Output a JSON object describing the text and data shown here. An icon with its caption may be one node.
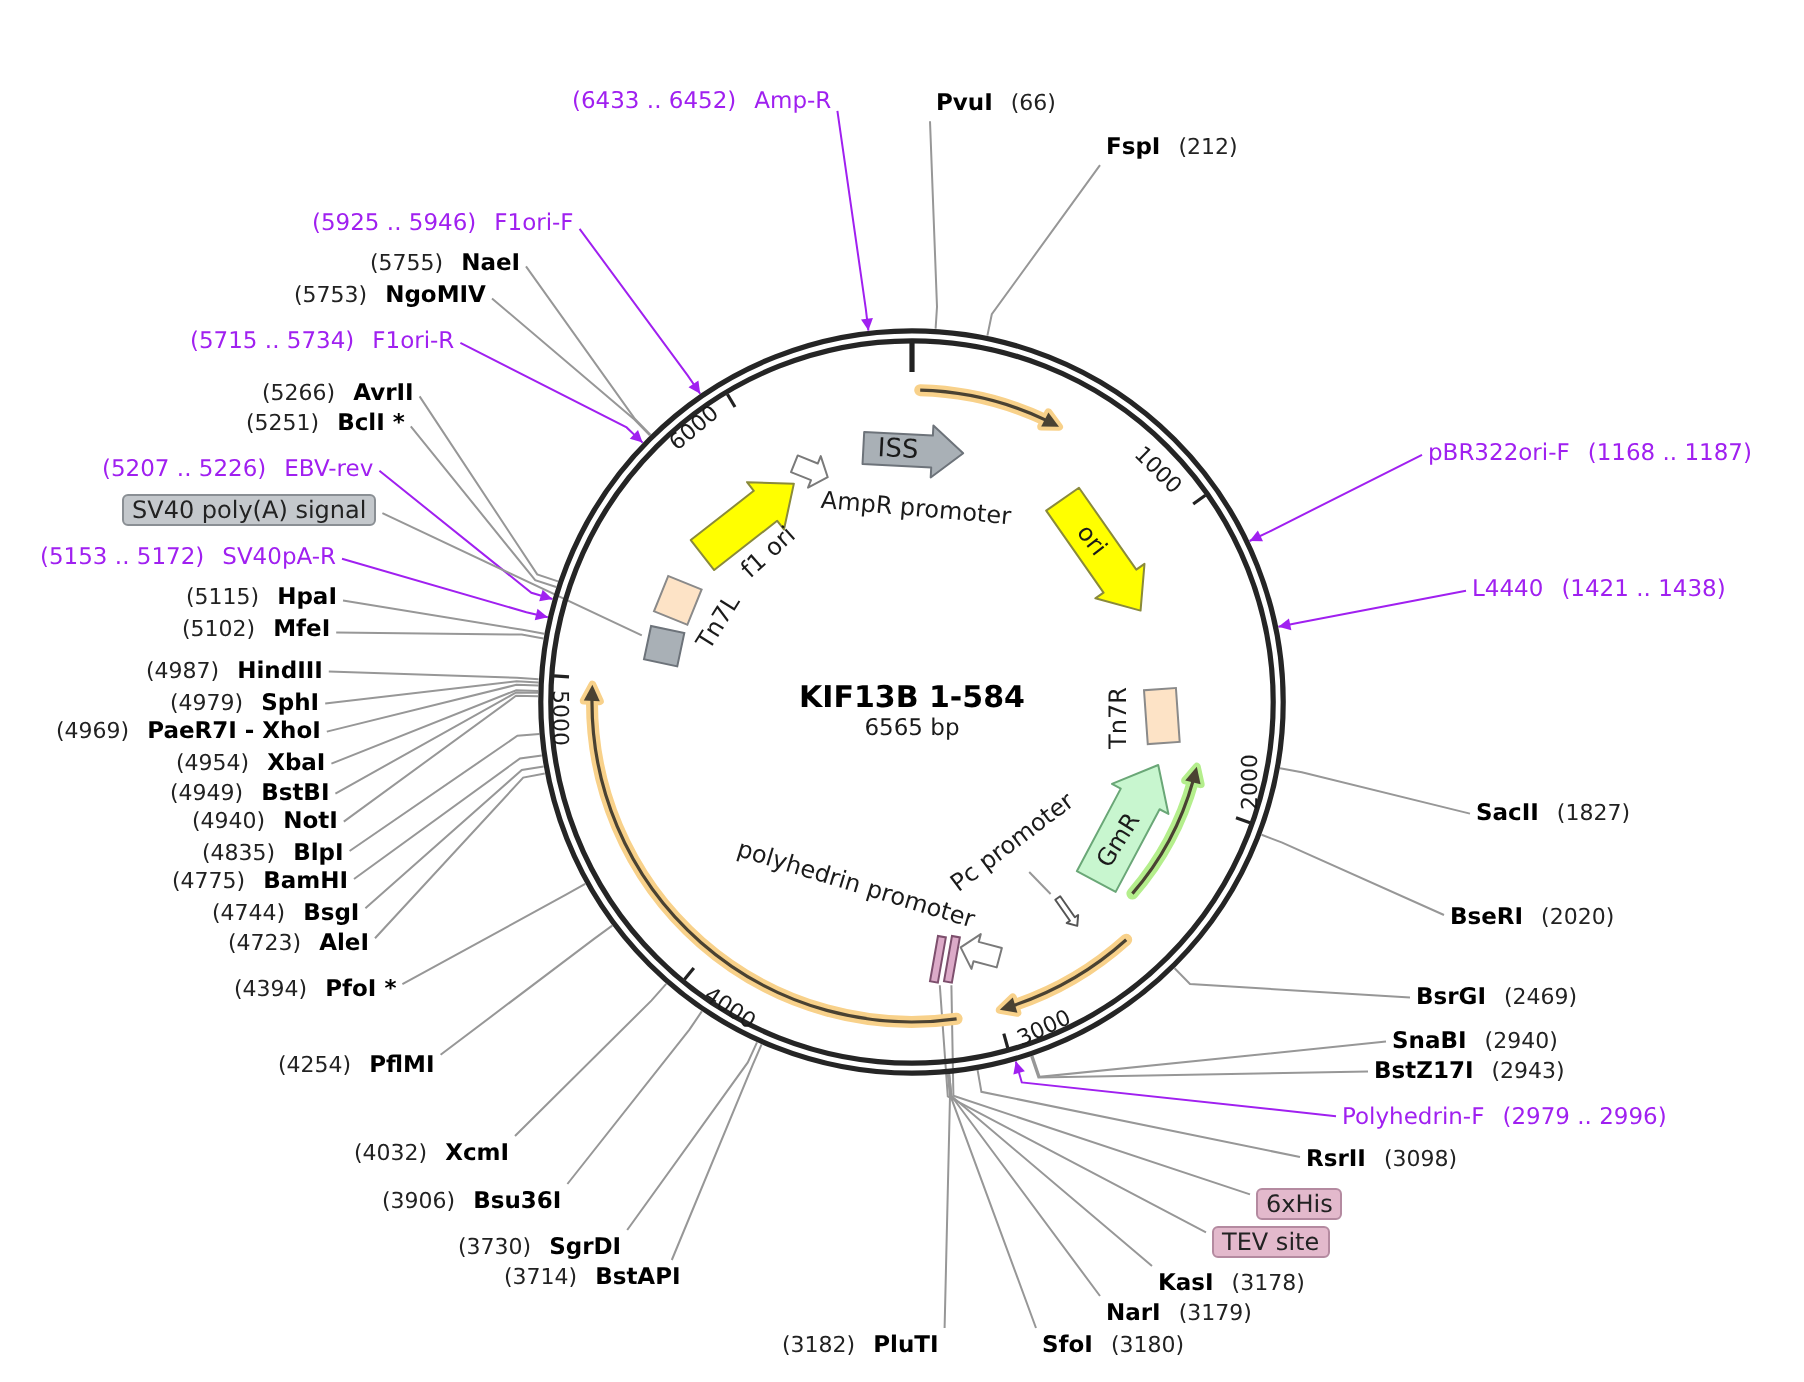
{
  "diagram": {
    "title": "KIF13B 1-584",
    "nodes": [
      {
        "text": [],
        "shape": "circle"
      },
      {
        "text": [
          "ISS"
        ],
        "in": 0
      },
      {
        "text": [],
        "shape": "arrow",
        "beside": [
          "AmpR promoter"
        ],
        "in": 0
      },
      {
        "text": [],
        "shape": "arrow",
        "beside": [
          "f1 ori"
        ],
        "in": 0
      },
      {
        "text": [
          "ori"
        ],
        "in": 0
      },
      {
        "text": [],
        "shape": "box",
        "beside": [
          "Tn7L"
        ],
        "in": 0
      },
      {
        "text": [],
        "shape": "box",
        "in": 0
      },
      {
        "text": [],
        "shape": "box",
        "beside": [
          "Tn7R"
        ],
        "in": 0
      },
      {
        "text": [
          "GmR"
        ],
        "in": 0
      },
      {
        "text": [
          "Pc promoter"
        ],
        "in": 0
      },
      {
        "text": [],
        "shape": "arrow",
        "in": 0
      },
      {
        "text": [],
        "shape": "arrow",
        "beside": [
          "polyhedrin promoter"
        ],
        "in": 0
      },
      {
        "text": [],
        "shape": "bar",
        "in": 0
      },
      {
        "text": [],
        "shape": "bar",
        "in": 0
      },
      {
        "text": [
          "(6433 .. 6452)",
          "Amp-R"
        ]
      },
      {
        "text": [
          "PvuI",
          "(66)"
        ]
      },
      {
        "text": [
          "FspI",
          "(212)"
        ]
      },
      {
        "text": [
          "(5925 .. 5946)",
          "F1ori-F"
        ]
      },
      {
        "text": [
          "(5755)",
          "NaeI"
        ]
      },
      {
        "text": [
          "(5753)",
          "NgoMIV"
        ]
      },
      {
        "text": [
          "(5715 .. 5734)",
          "F1ori-R"
        ]
      },
      {
        "text": [
          "(5266)",
          "AvrII"
        ]
      },
      {
        "text": [
          "(5251)",
          "BclI *"
        ]
      },
      {
        "text": [
          "pBR322ori-F",
          "(1168 .. 1187)"
        ]
      },
      {
        "text": [
          "(5207 .. 5226)",
          "EBV-rev"
        ]
      },
      {
        "text": [
          "SV40 poly(A) signal"
        ]
      },
      {
        "text": [
          "(5153 .. 5172)",
          "SV40pA-R"
        ]
      },
      {
        "text": [
          "L4440",
          "(1421 .. 1438)"
        ]
      },
      {
        "text": [
          "(5115)",
          "HpaI"
        ]
      },
      {
        "text": [
          "(5102)",
          "MfeI"
        ]
      },
      {
        "text": [
          "(4987)",
          "HindIII"
        ]
      },
      {
        "text": [
          "(4979)",
          "SphI"
        ]
      },
      {
        "text": [
          "(4969)",
          "PaeR7I - XhoI"
        ]
      },
      {
        "text": [
          "(4954)",
          "XbaI"
        ]
      },
      {
        "text": [
          "(4949)",
          "BstBI"
        ]
      },
      {
        "text": [
          "SacII",
          "(1827)"
        ]
      },
      {
        "text": [
          "(4940)",
          "NotI"
        ]
      },
      {
        "text": [
          "(4835)",
          "BlpI"
        ]
      },
      {
        "text": [
          "(4775)",
          "BamHI"
        ]
      },
      {
        "text": [
          "(4744)",
          "BsgI"
        ]
      },
      {
        "text": [
          "BseRI",
          "(2020)"
        ]
      },
      {
        "text": [
          "(4723)",
          "AleI"
        ]
      },
      {
        "text": [
          "(4394)",
          "PfoI *"
        ]
      },
      {
        "text": [
          "BsrGI",
          "(2469)"
        ]
      },
      {
        "text": [
          "SnaBI",
          "(2940)"
        ]
      },
      {
        "text": [
          "(4254)",
          "PflMI"
        ]
      },
      {
        "text": [
          "BstZ17I",
          "(2943)"
        ]
      },
      {
        "text": [
          "Polyhedrin-F",
          "(2979 .. 2996)"
        ]
      },
      {
        "text": [
          "(4032)",
          "XcmI"
        ]
      },
      {
        "text": [
          "RsrII",
          "(3098)"
        ]
      },
      {
        "text": [
          "(3906)",
          "Bsu36I"
        ]
      },
      {
        "text": [
          "6xHis"
        ]
      },
      {
        "text": [
          "TEV site"
        ]
      },
      {
        "text": [
          "(3730)",
          "SgrDI"
        ]
      },
      {
        "text": [
          "(3714)",
          "BstAPI"
        ]
      },
      {
        "text": [
          "KasI",
          "(3178)"
        ]
      },
      {
        "text": [
          "NarI",
          "(3179)"
        ]
      },
      {
        "text": [
          "(3182)",
          "PluTI"
        ]
      },
      {
        "text": [
          "SfoI",
          "(3180)"
        ]
      }
    ],
    "edges": [
      {
        "from": 9,
        "to": 10,
        "arrow": "none"
      },
      {
        "from": 14,
        "to": 0,
        "arrow": "to",
        "color": "#a020f0"
      },
      {
        "from": 15,
        "to": 0,
        "arrow": "none"
      },
      {
        "from": 16,
        "to": 0,
        "arrow": "none"
      },
      {
        "from": 17,
        "to": 0,
        "arrow": "to",
        "color": "#a020f0"
      },
      {
        "from": 18,
        "to": 0,
        "arrow": "none"
      },
      {
        "from": 19,
        "to": 0,
        "arrow": "none"
      },
      {
        "from": 20,
        "to": 0,
        "arrow": "to",
        "color": "#a020f0"
      },
      {
        "from": 21,
        "to": 0,
        "arrow": "none"
      },
      {
        "from": 22,
        "to": 0,
        "arrow": "none"
      },
      {
        "from": 23,
        "to": 0,
        "arrow": "to",
        "color": "#a020f0"
      },
      {
        "from": 24,
        "to": 0,
        "arrow": "to",
        "color": "#a020f0"
      },
      {
        "from": 25,
        "to": 6,
        "arrow": "none"
      },
      {
        "from": 26,
        "to": 0,
        "arrow": "to",
        "color": "#a020f0"
      },
      {
        "from": 27,
        "to": 0,
        "arrow": "to",
        "color": "#a020f0"
      },
      {
        "from": 28,
        "to": 0,
        "arrow": "none"
      },
      {
        "from": 29,
        "to": 0,
        "arrow": "none"
      },
      {
        "from": 30,
        "to": 0,
        "arrow": "none"
      },
      {
        "from": 31,
        "to": 0,
        "arrow": "none"
      },
      {
        "from": 32,
        "to": 0,
        "arrow": "none"
      },
      {
        "from": 33,
        "to": 0,
        "arrow": "none"
      },
      {
        "from": 34,
        "to": 0,
        "arrow": "none"
      },
      {
        "from": 35,
        "to": 0,
        "arrow": "none"
      },
      {
        "from": 36,
        "to": 0,
        "arrow": "none"
      },
      {
        "from": 37,
        "to": 0,
        "arrow": "none"
      },
      {
        "from": 38,
        "to": 0,
        "arrow": "none"
      },
      {
        "from": 39,
        "to": 0,
        "arrow": "none"
      },
      {
        "from": 40,
        "to": 0,
        "arrow": "none"
      },
      {
        "from": 41,
        "to": 0,
        "arrow": "none"
      },
      {
        "from": 42,
        "to": 0,
        "arrow": "none"
      },
      {
        "from": 43,
        "to": 0,
        "arrow": "none"
      },
      {
        "from": 44,
        "to": 0,
        "arrow": "none"
      },
      {
        "from": 45,
        "to": 0,
        "arrow": "none"
      },
      {
        "from": 46,
        "to": 0,
        "arrow": "none"
      },
      {
        "from": 47,
        "to": 0,
        "arrow": "to",
        "color": "#a020f0"
      },
      {
        "from": 48,
        "to": 0,
        "arrow": "none"
      },
      {
        "from": 49,
        "to": 0,
        "arrow": "none"
      },
      {
        "from": 50,
        "to": 0,
        "arrow": "none"
      },
      {
        "from": 51,
        "to": 13,
        "arrow": "none"
      },
      {
        "from": 52,
        "to": 12,
        "arrow": "none"
      },
      {
        "from": 53,
        "to": 0,
        "arrow": "none"
      },
      {
        "from": 54,
        "to": 0,
        "arrow": "none"
      },
      {
        "from": 55,
        "to": 0,
        "arrow": "none"
      },
      {
        "from": 56,
        "to": 0,
        "arrow": "none"
      },
      {
        "from": 57,
        "to": 0,
        "arrow": "none"
      },
      {
        "from": 58,
        "to": 0,
        "arrow": "none"
      }
    ],
    "labels": [
      "6565 bp",
      "1000",
      "2000",
      "3000",
      "4000",
      "5000",
      "6000"
    ]
  }
}
